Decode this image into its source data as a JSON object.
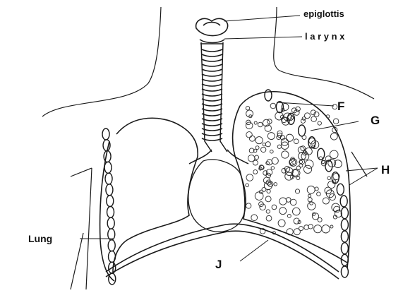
{
  "diagram": {
    "labels": {
      "epiglottis": "epiglottis",
      "larynx": "l a r y n x",
      "F": "F",
      "G": "G",
      "H": "H",
      "lung": "Lung",
      "J": "J"
    },
    "colors": {
      "ink": "#1a1a1a",
      "background": "#ffffff",
      "stipple": "#2a2a2a"
    }
  }
}
